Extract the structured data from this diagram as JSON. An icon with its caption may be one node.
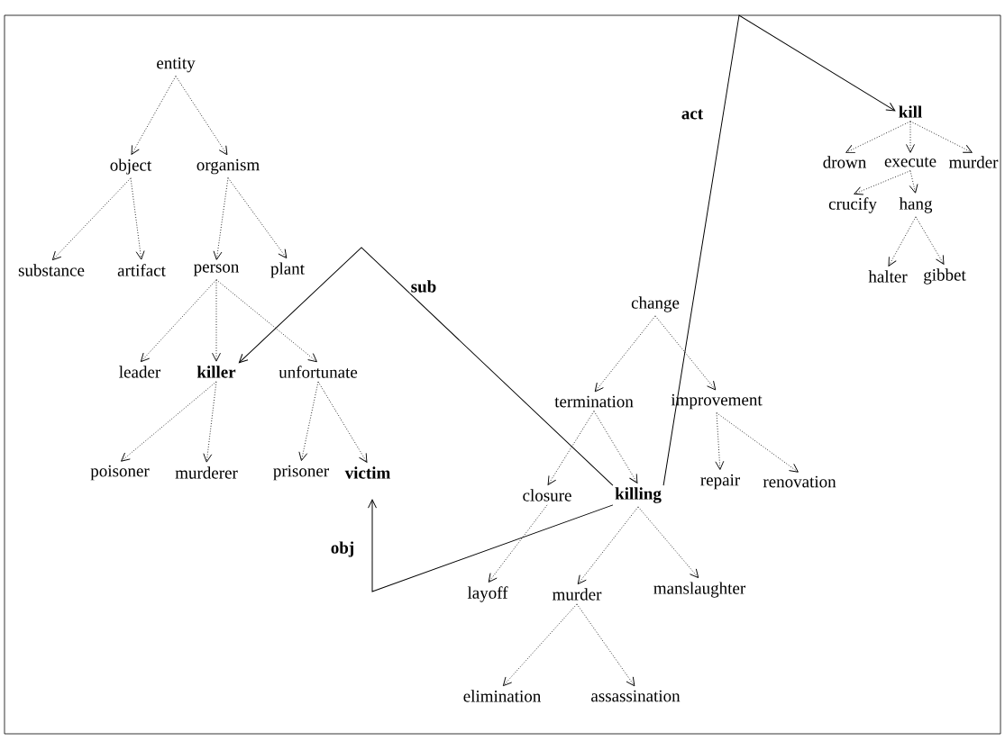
{
  "diagram": {
    "nodes": [
      {
        "text": [
          "entity"
        ]
      },
      {
        "text": [
          "object"
        ]
      },
      {
        "text": [
          "organism"
        ]
      },
      {
        "text": [
          "substance"
        ]
      },
      {
        "text": [
          "artifact"
        ]
      },
      {
        "text": [
          "person"
        ]
      },
      {
        "text": [
          "plant"
        ]
      },
      {
        "text": [
          "leader"
        ]
      },
      {
        "text": [
          "killer"
        ]
      },
      {
        "text": [
          "unfortunate"
        ]
      },
      {
        "text": [
          "poisoner"
        ]
      },
      {
        "text": [
          "murderer"
        ]
      },
      {
        "text": [
          "prisoner"
        ]
      },
      {
        "text": [
          "victim"
        ]
      },
      {
        "text": [
          "change"
        ]
      },
      {
        "text": [
          "termination"
        ]
      },
      {
        "text": [
          "improvement"
        ]
      },
      {
        "text": [
          "closure"
        ]
      },
      {
        "text": [
          "killing"
        ]
      },
      {
        "text": [
          "repair"
        ]
      },
      {
        "text": [
          "renovation"
        ]
      },
      {
        "text": [
          "layoff"
        ]
      },
      {
        "text": [
          "murder"
        ]
      },
      {
        "text": [
          "manslaughter"
        ]
      },
      {
        "text": [
          "elimination"
        ]
      },
      {
        "text": [
          "assassination"
        ]
      },
      {
        "text": [
          "kill"
        ]
      },
      {
        "text": [
          "drown"
        ]
      },
      {
        "text": [
          "execute"
        ]
      },
      {
        "text": [
          "murder"
        ]
      },
      {
        "text": [
          "crucify"
        ]
      },
      {
        "text": [
          "hang"
        ]
      },
      {
        "text": [
          "halter"
        ]
      },
      {
        "text": [
          "gibbet"
        ]
      }
    ],
    "edges": [
      {
        "from": 0,
        "to": 1,
        "arrow": "to",
        "style": "dashed"
      },
      {
        "from": 0,
        "to": 2,
        "arrow": "to",
        "style": "dashed"
      },
      {
        "from": 1,
        "to": 3,
        "arrow": "to",
        "style": "dashed"
      },
      {
        "from": 1,
        "to": 4,
        "arrow": "to",
        "style": "dashed"
      },
      {
        "from": 2,
        "to": 5,
        "arrow": "to",
        "style": "dashed"
      },
      {
        "from": 2,
        "to": 6,
        "arrow": "to",
        "style": "dashed"
      },
      {
        "from": 5,
        "to": 7,
        "arrow": "to",
        "style": "dashed"
      },
      {
        "from": 5,
        "to": 8,
        "arrow": "to",
        "style": "dashed"
      },
      {
        "from": 5,
        "to": 9,
        "arrow": "to",
        "style": "dashed"
      },
      {
        "from": 8,
        "to": 10,
        "arrow": "to",
        "style": "dashed"
      },
      {
        "from": 8,
        "to": 11,
        "arrow": "to",
        "style": "dashed"
      },
      {
        "from": 9,
        "to": 12,
        "arrow": "to",
        "style": "dashed"
      },
      {
        "from": 9,
        "to": 13,
        "arrow": "to",
        "style": "dashed"
      },
      {
        "from": 14,
        "to": 15,
        "arrow": "to",
        "style": "dashed"
      },
      {
        "from": 14,
        "to": 16,
        "arrow": "to",
        "style": "dashed"
      },
      {
        "from": 15,
        "to": 17,
        "arrow": "to",
        "style": "dashed"
      },
      {
        "from": 15,
        "to": 18,
        "arrow": "to",
        "style": "dashed"
      },
      {
        "from": 16,
        "to": 19,
        "arrow": "to",
        "style": "dashed"
      },
      {
        "from": 16,
        "to": 20,
        "arrow": "to",
        "style": "dashed"
      },
      {
        "from": 17,
        "to": 21,
        "arrow": "to",
        "style": "dashed"
      },
      {
        "from": 18,
        "to": 22,
        "arrow": "to",
        "style": "dashed"
      },
      {
        "from": 18,
        "to": 23,
        "arrow": "to",
        "style": "dashed"
      },
      {
        "from": 22,
        "to": 24,
        "arrow": "to",
        "style": "dashed"
      },
      {
        "from": 22,
        "to": 25,
        "arrow": "to",
        "style": "dashed"
      },
      {
        "from": 26,
        "to": 27,
        "arrow": "to",
        "style": "dashed"
      },
      {
        "from": 26,
        "to": 28,
        "arrow": "to",
        "style": "dashed"
      },
      {
        "from": 26,
        "to": 29,
        "arrow": "to",
        "style": "dashed"
      },
      {
        "from": 28,
        "to": 30,
        "arrow": "to",
        "style": "dashed"
      },
      {
        "from": 28,
        "to": 31,
        "arrow": "to",
        "style": "dashed"
      },
      {
        "from": 31,
        "to": 32,
        "arrow": "to",
        "style": "dashed"
      },
      {
        "from": 31,
        "to": 33,
        "arrow": "to",
        "style": "dashed"
      },
      {
        "from": 18,
        "to": 8,
        "arrow": "to",
        "label": "sub"
      },
      {
        "from": 18,
        "to": 13,
        "arrow": "to",
        "label": "obj"
      },
      {
        "from": 18,
        "to": 26,
        "arrow": "to",
        "label": "act"
      }
    ]
  }
}
